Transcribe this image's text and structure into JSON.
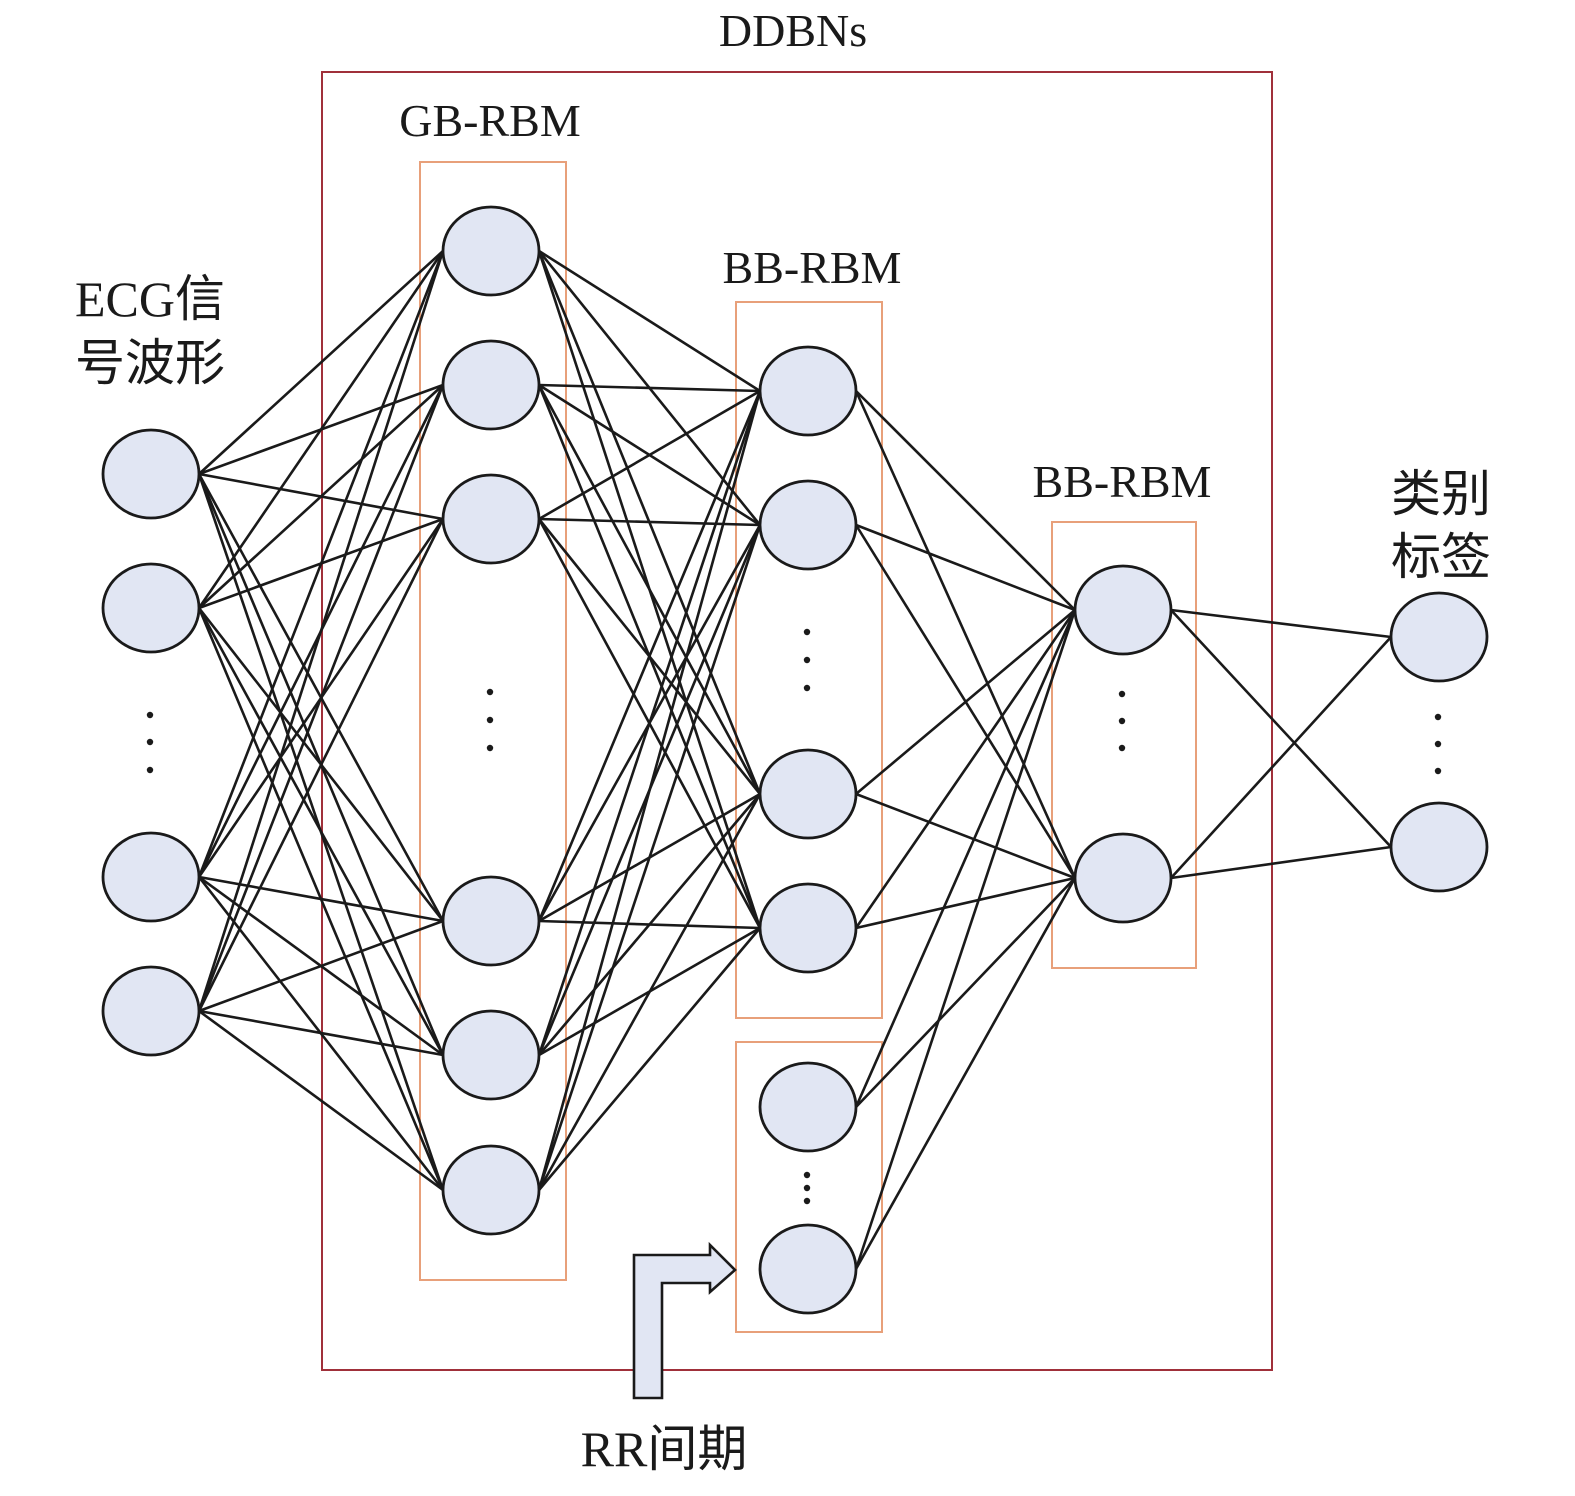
{
  "labels": {
    "ddbns": "DDBNs",
    "gb_rbm": "GB-RBM",
    "bb_rbm_1": "BB-RBM",
    "bb_rbm_2": "BB-RBM",
    "input_line1": "ECG信",
    "input_line2": "号波形",
    "output_line1": "类别",
    "output_line2": "标签",
    "rr_interval": "RR间期"
  },
  "colors": {
    "outer_box": "#a0303a",
    "layer_box": "#e8a07a",
    "node_fill": "#e1e6f3",
    "stroke": "#1a1a1a"
  },
  "layers": [
    {
      "id": "input",
      "node_count_shown": 4,
      "has_ellipsis": true
    },
    {
      "id": "gb_rbm",
      "node_count_shown": 6,
      "has_ellipsis": true
    },
    {
      "id": "bb_rbm_1",
      "node_count_shown": 4,
      "has_ellipsis": true
    },
    {
      "id": "rr_interval",
      "node_count_shown": 2,
      "has_ellipsis": true
    },
    {
      "id": "bb_rbm_2",
      "node_count_shown": 2,
      "has_ellipsis": true
    },
    {
      "id": "output",
      "node_count_shown": 2,
      "has_ellipsis": true
    }
  ],
  "connections": [
    {
      "from": "input",
      "to": "gb_rbm",
      "type": "full"
    },
    {
      "from": "gb_rbm",
      "to": "bb_rbm_1",
      "type": "full"
    },
    {
      "from": "bb_rbm_1",
      "to": "bb_rbm_2",
      "type": "full"
    },
    {
      "from": "rr_interval",
      "to": "bb_rbm_2",
      "type": "full"
    },
    {
      "from": "bb_rbm_2",
      "to": "output",
      "type": "full"
    }
  ]
}
